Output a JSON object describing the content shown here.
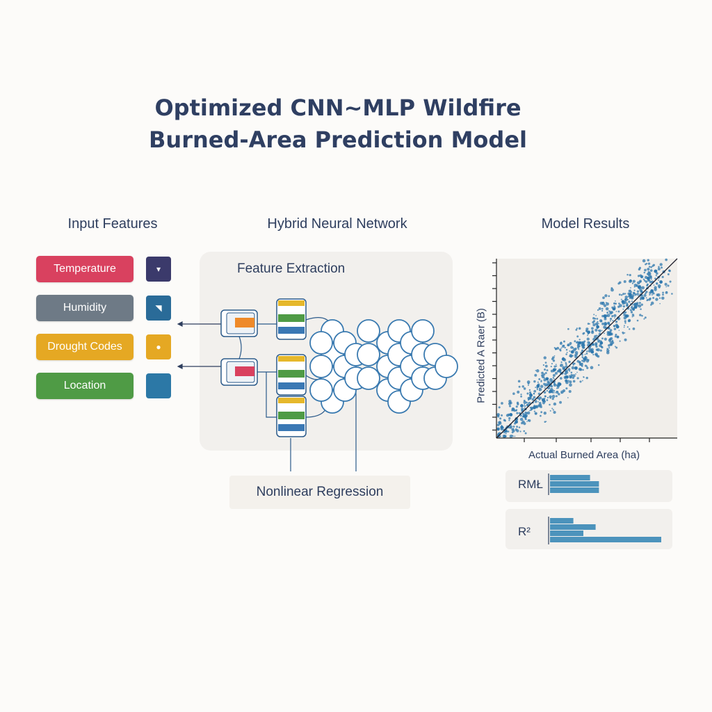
{
  "title": {
    "line1": "Optimized CNN~MLP Wildfire",
    "line2": "Burned-Area Prediction Model"
  },
  "columns": {
    "inputs": "Input Features",
    "network": "Hybrid Neural Network",
    "results": "Model Results"
  },
  "inputs": [
    {
      "label": "Temperature",
      "color": "#d9415f",
      "icon_color": "#3b3a6b"
    },
    {
      "label": "Humidity",
      "color": "#6e7a86",
      "icon_color": "#2a6b98"
    },
    {
      "label": "Drought Codes",
      "color": "#e5a823",
      "icon_color": "#e5a823"
    },
    {
      "label": "Location",
      "color": "#4f9b45",
      "icon_color": "#2c78a6"
    }
  ],
  "network": {
    "feature_extraction": "Feature Extraction",
    "regression": "Nonlinear Regression",
    "block_colors": [
      "#e6b82b",
      "#4f9b45",
      "#3a78b4",
      "#ee8a2a",
      "#d9415f"
    ]
  },
  "chart_data": {
    "type": "scatter",
    "xlabel": "Actual Burned Area (ha)",
    "ylabel": "Predicted A Raer (B)",
    "series_color": "#2f78ae",
    "reference_line": "y = x",
    "x": [
      0.3,
      0.5,
      0.8,
      1.1,
      1.4,
      1.6,
      1.9,
      2.1,
      2.3,
      2.6,
      2.8,
      3.0,
      3.2,
      3.5,
      3.7,
      3.9,
      4.2,
      4.4,
      4.6,
      4.9,
      5.1,
      5.3,
      5.6,
      5.8,
      6.0,
      6.3,
      6.5,
      6.7,
      7.0,
      7.2,
      7.4,
      7.7,
      7.9,
      8.1,
      8.4,
      8.6,
      8.8,
      9.1
    ],
    "y": [
      0.6,
      0.4,
      1.3,
      0.9,
      1.8,
      1.2,
      2.4,
      1.7,
      2.9,
      2.1,
      3.3,
      2.6,
      3.8,
      3.0,
      4.4,
      3.4,
      4.8,
      3.9,
      5.3,
      4.4,
      5.9,
      4.8,
      6.2,
      5.3,
      6.8,
      5.8,
      7.2,
      6.2,
      7.6,
      6.8,
      8.0,
      7.3,
      8.4,
      7.8,
      8.9,
      8.2,
      9.3,
      8.7
    ]
  },
  "metrics": [
    {
      "label": "RMŁ",
      "bars": [
        0.36,
        0.44,
        0.44
      ]
    },
    {
      "label": "R²",
      "bars": [
        0.21,
        0.41,
        0.3,
        1.0
      ]
    }
  ]
}
